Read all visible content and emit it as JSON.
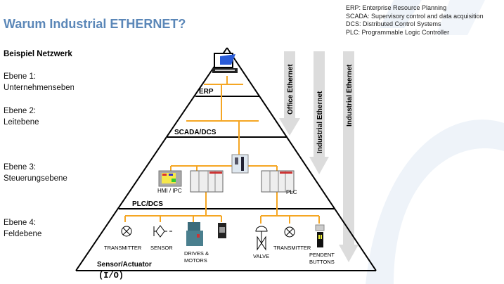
{
  "title": "Warum Industrial ETHERNET?",
  "subtitle": "Beispiel Netzwerk",
  "legend": [
    "ERP: Enterprise Resource Planning",
    "SCADA: Supervisory control and data acquisition",
    "DCS: Distributed Control Systems",
    "PLC: Programmable Logic Controller"
  ],
  "levels": [
    {
      "name": "Ebene 1:",
      "desc": "Unternehmensebene"
    },
    {
      "name": "Ebene 2:",
      "desc": "Leitebene"
    },
    {
      "name": "Ebene 3:",
      "desc": "Steuerungsebene"
    },
    {
      "name": "Ebene 4:",
      "desc": "Feldebene"
    }
  ],
  "pyramid": {
    "tiers": [
      "ERP",
      "SCADA/DCS",
      "PLC/DCS",
      "Sensor/Actuator"
    ],
    "io_label": "(I/O)",
    "devices": {
      "hmi": "HMI / IPC",
      "plc": "PLC",
      "transmitter": "TRANSMITTER",
      "sensor": "SENSOR",
      "drives_1": "DRIVES &",
      "drives_2": "MOTORS",
      "valve": "VALVE",
      "transmitter2": "TRANSMITTER",
      "pendent_1": "PENDENT",
      "pendent_2": "BUTTONS"
    }
  },
  "arrows": [
    "Office Ethernet",
    "Industrial Ethernet",
    "Industrial Ethernet"
  ],
  "colors": {
    "title": "#5b87b8",
    "network": "#f5a623",
    "arrow": "#dddddd",
    "deco": "#eef3f9"
  }
}
